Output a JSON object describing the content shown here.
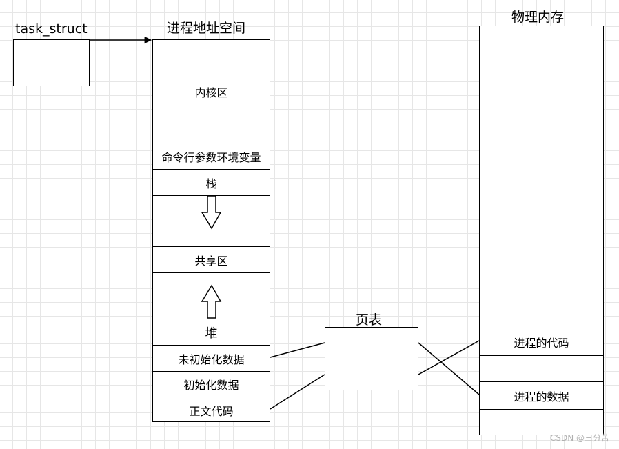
{
  "task_struct": {
    "label": "task_struct"
  },
  "address_space": {
    "title": "进程地址空间",
    "segments": {
      "kernel": "内核区",
      "env": "命令行参数环境变量",
      "stack": "栈",
      "shared": "共享区",
      "heap": "堆",
      "bss": "未初始化数据",
      "data": "初始化数据",
      "text": "正文代码"
    }
  },
  "page_table": {
    "title": "页表"
  },
  "physical_memory": {
    "title": "物理内存",
    "code": "进程的代码",
    "data": "进程的数据"
  },
  "watermark": "CSDN @三分苦"
}
